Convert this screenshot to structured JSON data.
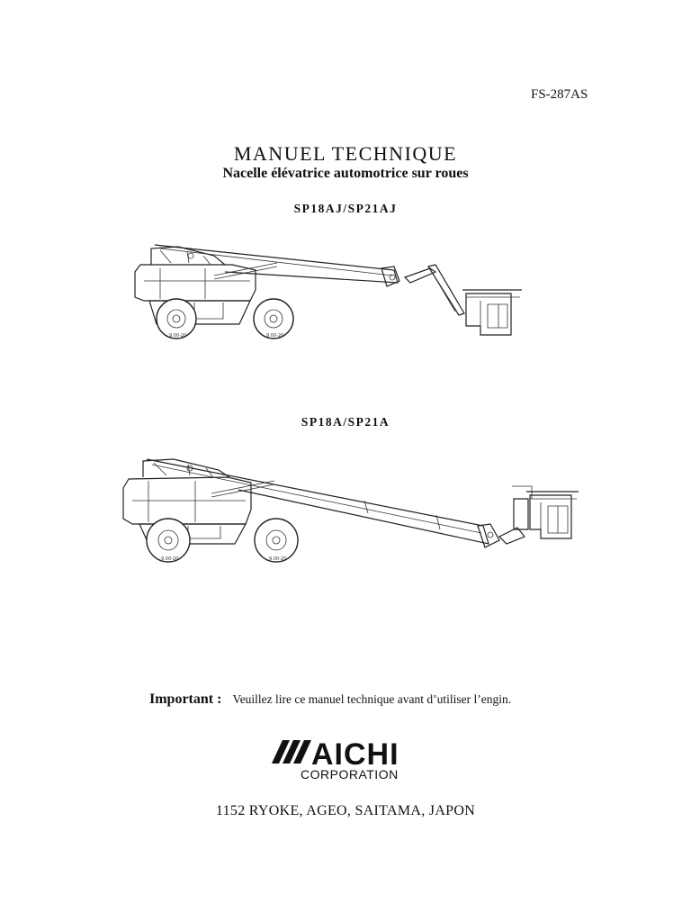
{
  "document_ref": "FS-287AS",
  "title": "MANUEL TECHNIQUE",
  "subtitle": "Nacelle élévatrice automotrice sur roues",
  "figures": [
    {
      "model": "SP18AJ/SP21AJ",
      "tire_label": "9.00-20"
    },
    {
      "model": "SP18A/SP21A",
      "tire_label": "9.00-20"
    }
  ],
  "notice": {
    "label": "Important :",
    "text": "Veuillez lire ce manuel technique avant d’utiliser l’engin."
  },
  "company": {
    "logo_text": "AICHI",
    "name": "CORPORATION",
    "address": "1152 RYOKE, AGEO, SAITAMA, JAPON"
  }
}
